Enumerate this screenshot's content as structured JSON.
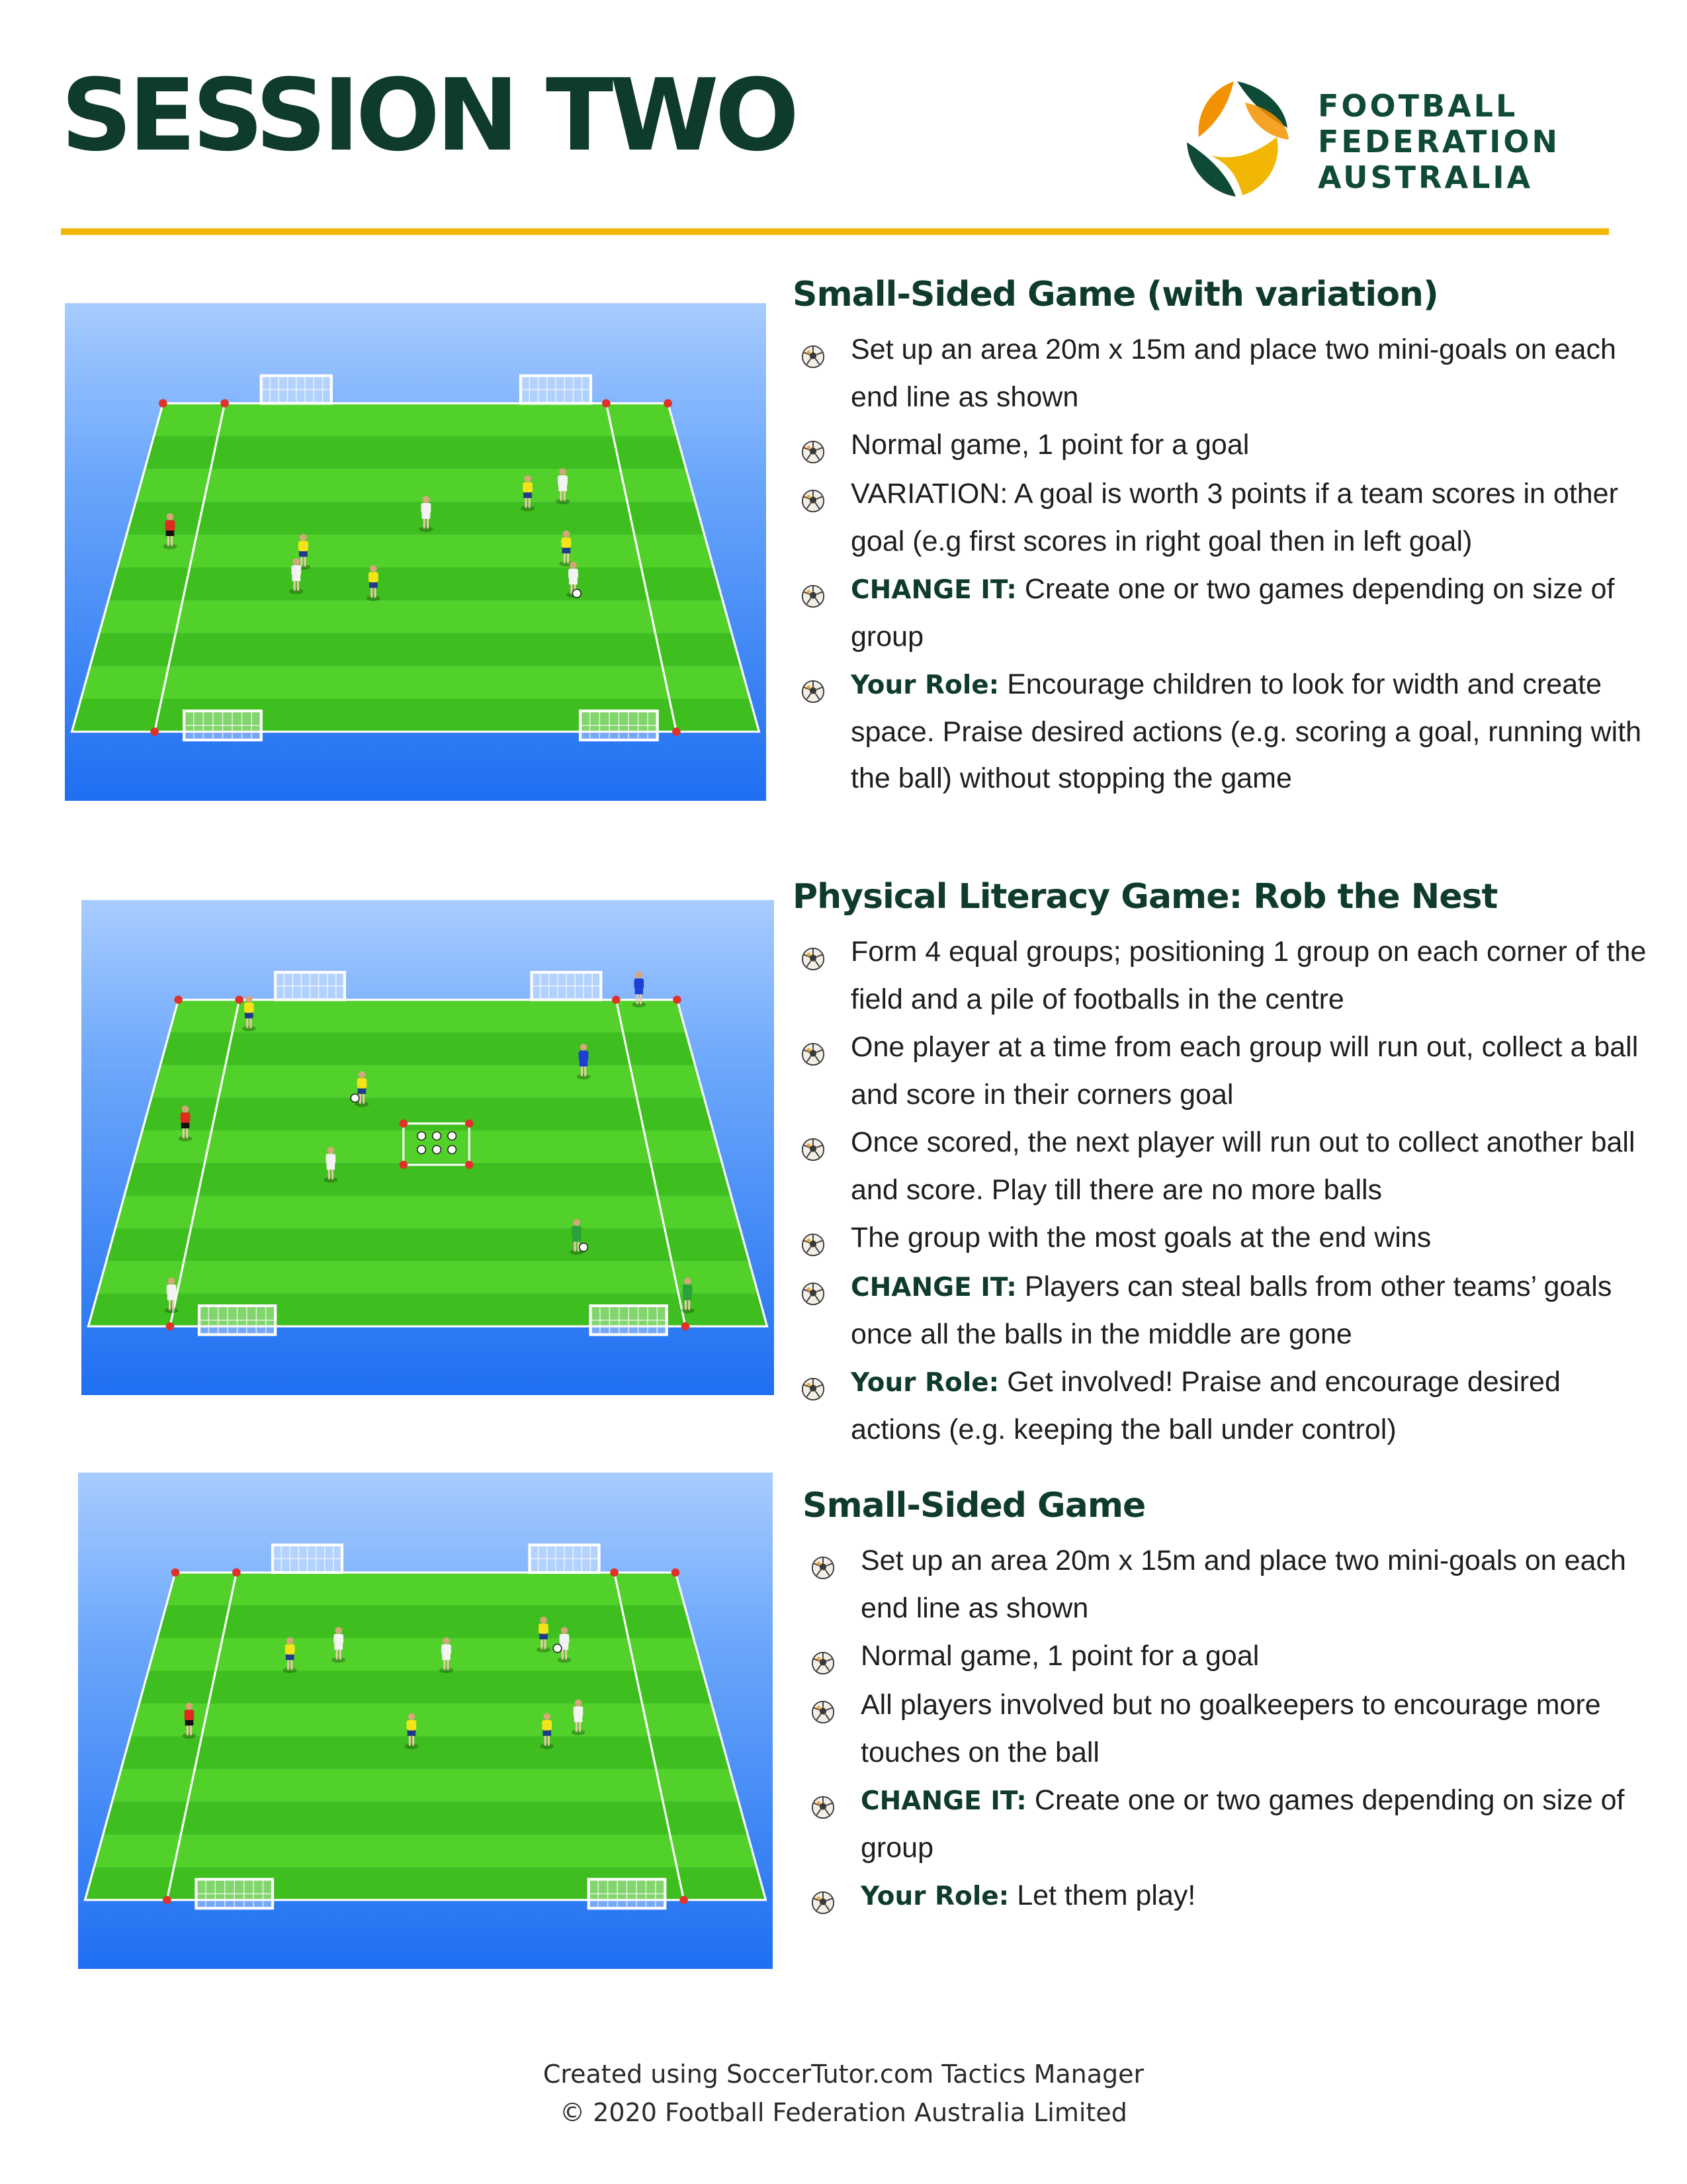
{
  "header": {
    "title": "SESSION TWO",
    "logo_lines": [
      "FOOTBALL",
      "FEDERATION",
      "AUSTRALIA"
    ],
    "colors": {
      "green": "#0f3b2e",
      "gold": "#f2b705",
      "orange": "#f39200"
    }
  },
  "sections": [
    {
      "title": "Small-Sided Game (with variation)",
      "bullets": [
        {
          "bold": "",
          "text": "Set up an area 20m x 15m and place two mini-goals on each end line as shown"
        },
        {
          "bold": "",
          "text": "Normal game, 1 point for a goal"
        },
        {
          "bold": "",
          "text": "VARIATION: A goal is worth 3 points if a team scores in other goal (e.g first scores in right goal then in left goal)"
        },
        {
          "bold": "CHANGE IT:",
          "text": " Create one or two games depending on size of group"
        },
        {
          "bold": "Your Role:",
          "text": " Encourage children to look for width and create space. Praise desired actions (e.g. scoring a goal, running with the ball) without stopping the game"
        }
      ]
    },
    {
      "title": "Physical Literacy Game: Rob the Nest",
      "bullets": [
        {
          "bold": "",
          "text": "Form 4 equal groups; positioning 1 group on each corner of the field and a pile of footballs in the centre"
        },
        {
          "bold": "",
          "text": "One player at a time from each group will run out, collect a ball and score in their corners goal"
        },
        {
          "bold": "",
          "text": "Once scored, the next player will run out to collect another ball and score. Play till there are no more balls"
        },
        {
          "bold": "",
          "text": "The group with the most goals at the end wins"
        },
        {
          "bold": "CHANGE IT:",
          "text": " Players can steal balls from other teams’ goals once all the balls in the middle are gone"
        },
        {
          "bold": "Your Role:",
          "text": " Get involved! Praise and encourage desired actions (e.g. keeping the ball under control)"
        }
      ]
    },
    {
      "title": "Small-Sided Game",
      "bullets": [
        {
          "bold": "",
          "text": "Set up an area 20m x 15m and place two mini-goals on each end line as shown"
        },
        {
          "bold": "",
          "text": "Normal game, 1 point for a goal"
        },
        {
          "bold": "",
          "text": "All players involved but no goalkeepers to encourage more touches on the ball"
        },
        {
          "bold": "CHANGE IT:",
          "text": " Create one or two games depending on size of group"
        },
        {
          "bold": "Your Role:",
          "text": " Let them play!"
        }
      ]
    }
  ],
  "footer": {
    "line1": "Created using SoccerTutor.com Tactics Manager",
    "line2": "© 2020 Football Federation Australia Limited"
  }
}
